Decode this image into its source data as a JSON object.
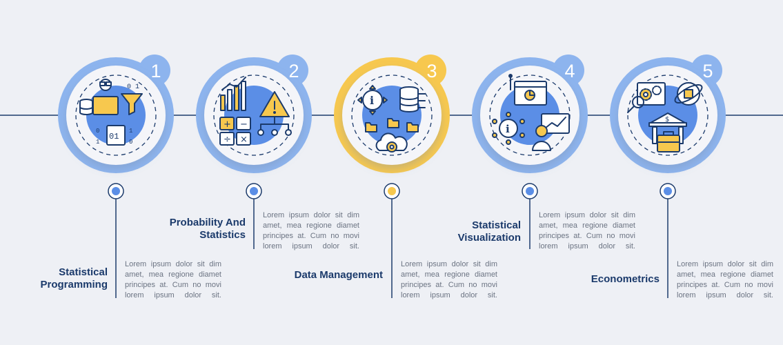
{
  "colors": {
    "background": "#eef0f5",
    "line": "#1b3a6b",
    "blue_ring": "#8db4ee",
    "blue_fill": "#5b8ee6",
    "yellow_ring": "#f7c84e",
    "title_text": "#1b3a6b",
    "body_text": "#6b7382"
  },
  "steps": [
    {
      "number": "1",
      "title": "Statistical Programming",
      "accent": "blue",
      "icon": "programmer-data-filter-binary-icon",
      "body": [
        "Lorem ipsum dolor sit dim",
        "amet, mea regione diamet",
        "principes at. Cum no movi",
        "lorem ipsum dolor sit."
      ]
    },
    {
      "number": "2",
      "title": "Probability And Statistics",
      "accent": "blue",
      "icon": "chart-warning-calculator-icon",
      "body": [
        "Lorem ipsum dolor sit dim",
        "amet, mea regione diamet",
        "principes at. Cum no movi",
        "lorem ipsum dolor sit."
      ]
    },
    {
      "number": "3",
      "title": "Data Management",
      "accent": "yellow",
      "icon": "info-database-folders-cloud-icon",
      "body": [
        "Lorem ipsum dolor sit dim",
        "amet, mea regione diamet",
        "principes at. Cum no movi",
        "lorem ipsum dolor sit."
      ]
    },
    {
      "number": "4",
      "title": "Statistical Visualization",
      "accent": "blue",
      "icon": "dashboard-info-presenter-icon",
      "body": [
        "Lorem ipsum dolor sit dim",
        "amet, mea regione diamet",
        "principes at. Cum no movi",
        "lorem ipsum dolor sit."
      ]
    },
    {
      "number": "5",
      "title": "Econometrics",
      "accent": "blue",
      "icon": "gears-globe-bank-briefcase-icon",
      "body": [
        "Lorem ipsum dolor sit dim",
        "amet, mea regione diamet",
        "principes at. Cum no movi",
        "lorem ipsum dolor sit."
      ]
    }
  ]
}
